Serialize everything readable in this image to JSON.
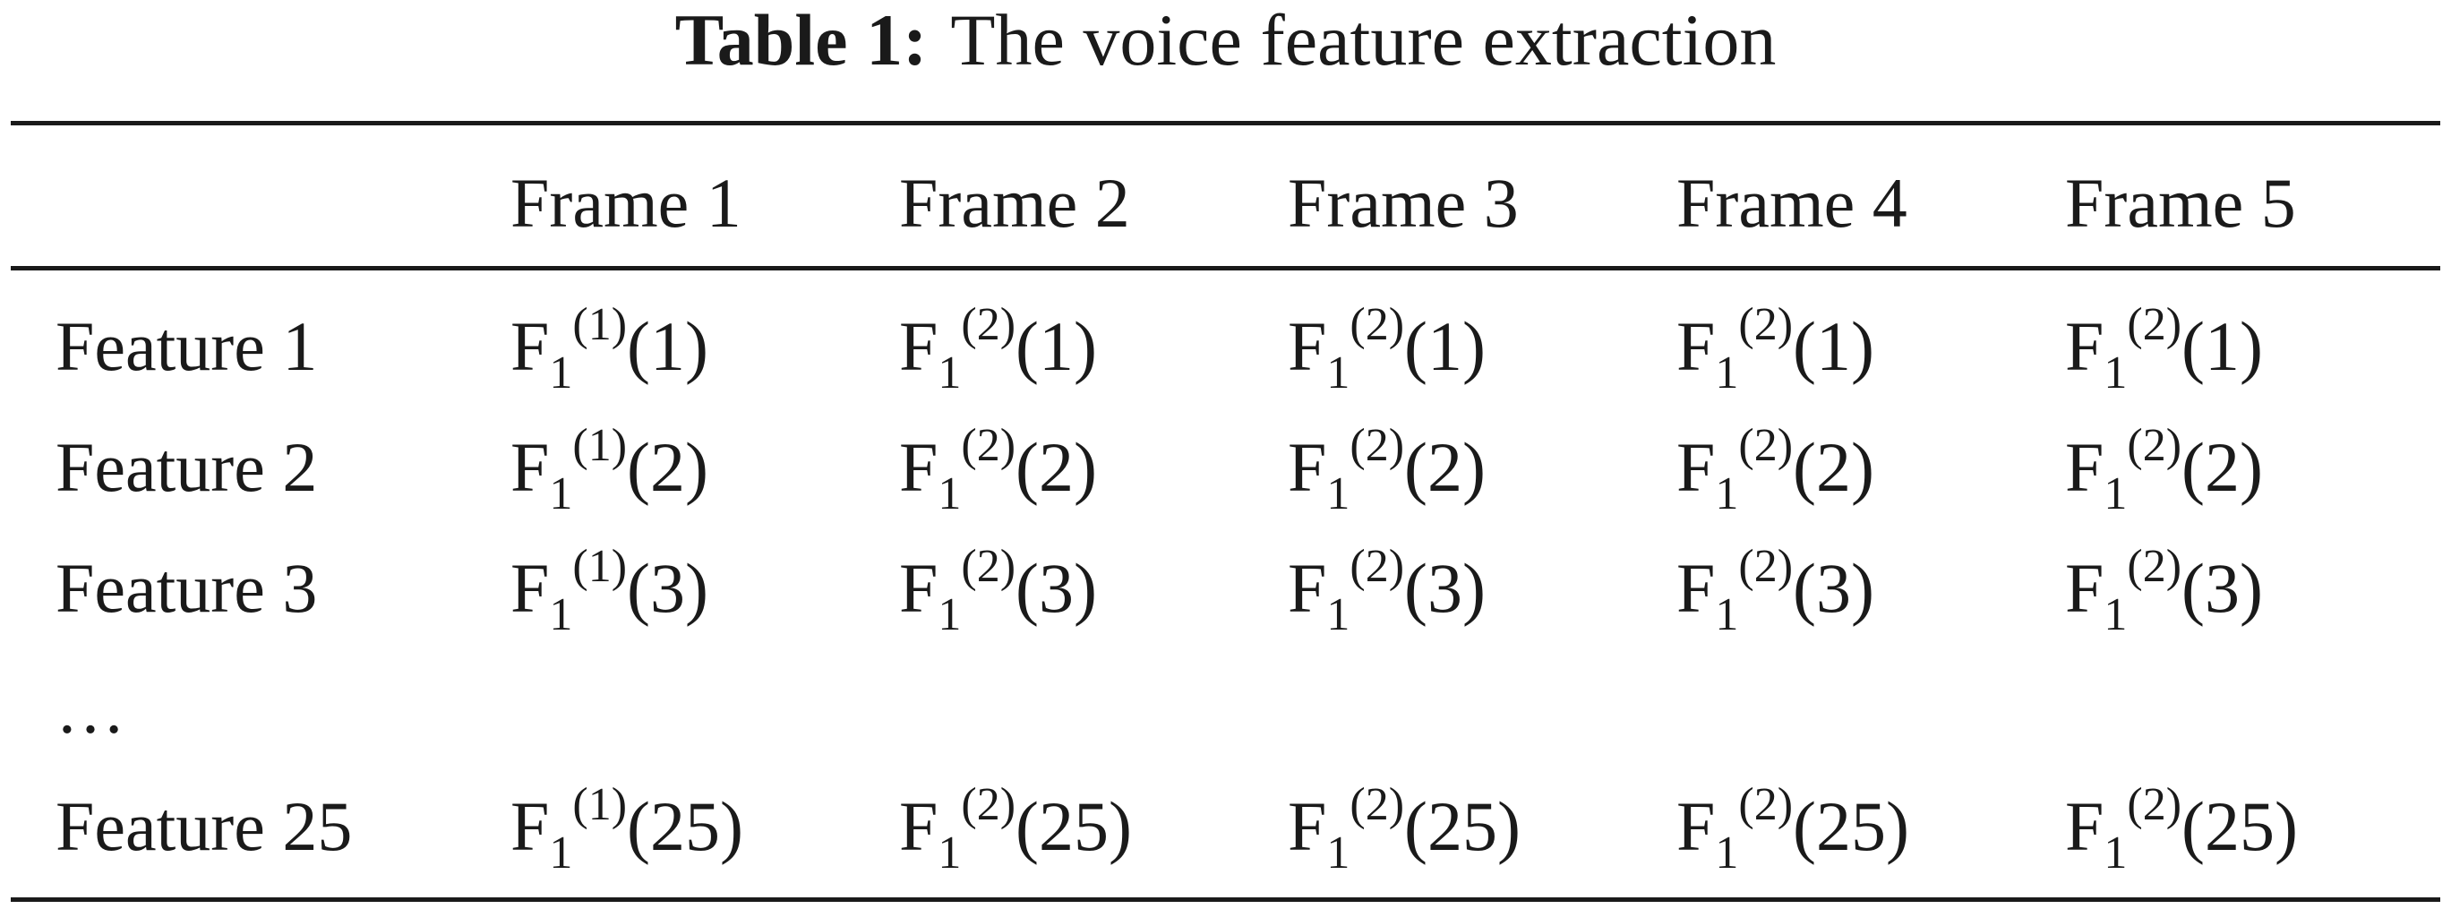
{
  "caption": {
    "label": "Table 1:",
    "text": "The voice feature extraction"
  },
  "columns": [
    "Frame 1",
    "Frame 2",
    "Frame 3",
    "Frame 4",
    "Frame 5"
  ],
  "rows": [
    {
      "label": "Feature 1",
      "cells": [
        {
          "base": "F",
          "sub": "1",
          "sup": "(1)",
          "arg": "(1)"
        },
        {
          "base": "F",
          "sub": "1",
          "sup": "(2)",
          "arg": "(1)"
        },
        {
          "base": "F",
          "sub": "1",
          "sup": "(2)",
          "arg": "(1)"
        },
        {
          "base": "F",
          "sub": "1",
          "sup": "(2)",
          "arg": "(1)"
        },
        {
          "base": "F",
          "sub": "1",
          "sup": "(2)",
          "arg": "(1)"
        }
      ]
    },
    {
      "label": "Feature 2",
      "cells": [
        {
          "base": "F",
          "sub": "1",
          "sup": "(1)",
          "arg": "(2)"
        },
        {
          "base": "F",
          "sub": "1",
          "sup": "(2)",
          "arg": "(2)"
        },
        {
          "base": "F",
          "sub": "1",
          "sup": "(2)",
          "arg": "(2)"
        },
        {
          "base": "F",
          "sub": "1",
          "sup": "(2)",
          "arg": "(2)"
        },
        {
          "base": "F",
          "sub": "1",
          "sup": "(2)",
          "arg": "(2)"
        }
      ]
    },
    {
      "label": "Feature 3",
      "cells": [
        {
          "base": "F",
          "sub": "1",
          "sup": "(1)",
          "arg": "(3)"
        },
        {
          "base": "F",
          "sub": "1",
          "sup": "(2)",
          "arg": "(3)"
        },
        {
          "base": "F",
          "sub": "1",
          "sup": "(2)",
          "arg": "(3)"
        },
        {
          "base": "F",
          "sub": "1",
          "sup": "(2)",
          "arg": "(3)"
        },
        {
          "base": "F",
          "sub": "1",
          "sup": "(2)",
          "arg": "(3)"
        }
      ]
    },
    {
      "label": "…",
      "cells": []
    },
    {
      "label": "Feature 25",
      "cells": [
        {
          "base": "F",
          "sub": "1",
          "sup": "(1)",
          "arg": "(25)"
        },
        {
          "base": "F",
          "sub": "1",
          "sup": "(2)",
          "arg": "(25)"
        },
        {
          "base": "F",
          "sub": "1",
          "sup": "(2)",
          "arg": "(25)"
        },
        {
          "base": "F",
          "sub": "1",
          "sup": "(2)",
          "arg": "(25)"
        },
        {
          "base": "F",
          "sub": "1",
          "sup": "(2)",
          "arg": "(25)"
        }
      ]
    }
  ]
}
